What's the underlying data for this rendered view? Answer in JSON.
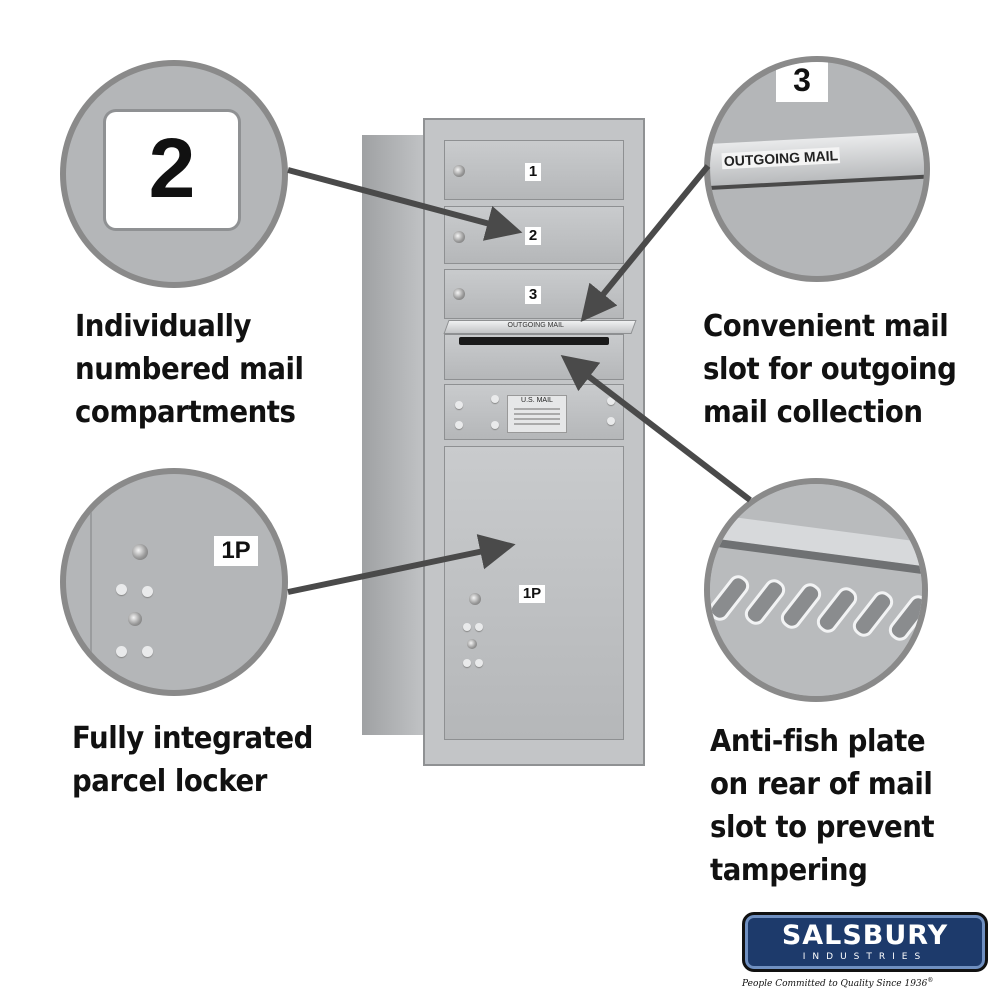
{
  "captions": {
    "numbered": [
      "Individually",
      "numbered mail",
      "compartments"
    ],
    "slot": [
      "Convenient mail",
      "slot for outgoing",
      "mail collection"
    ],
    "parcel": [
      "Fully integrated",
      "parcel locker"
    ],
    "antifish": [
      "Anti-fish plate",
      "on rear of mail",
      "slot to prevent",
      "tampering"
    ]
  },
  "mailbox": {
    "doors": [
      "1",
      "2",
      "3"
    ],
    "outgoing_label": "OUTGOING MAIL",
    "usmail_label": "U.S. MAIL",
    "parcel_label": "1P"
  },
  "zoom": {
    "number_tag": "2",
    "slot_number": "3",
    "slot_label": "OUTGOING MAIL",
    "parcel_tag": "1P"
  },
  "brand": {
    "name": "SALSBURY",
    "sub": "INDUSTRIES",
    "tagline": "People Committed to Quality Since 1936",
    "registered": "®",
    "color": "#1d3a6b"
  }
}
